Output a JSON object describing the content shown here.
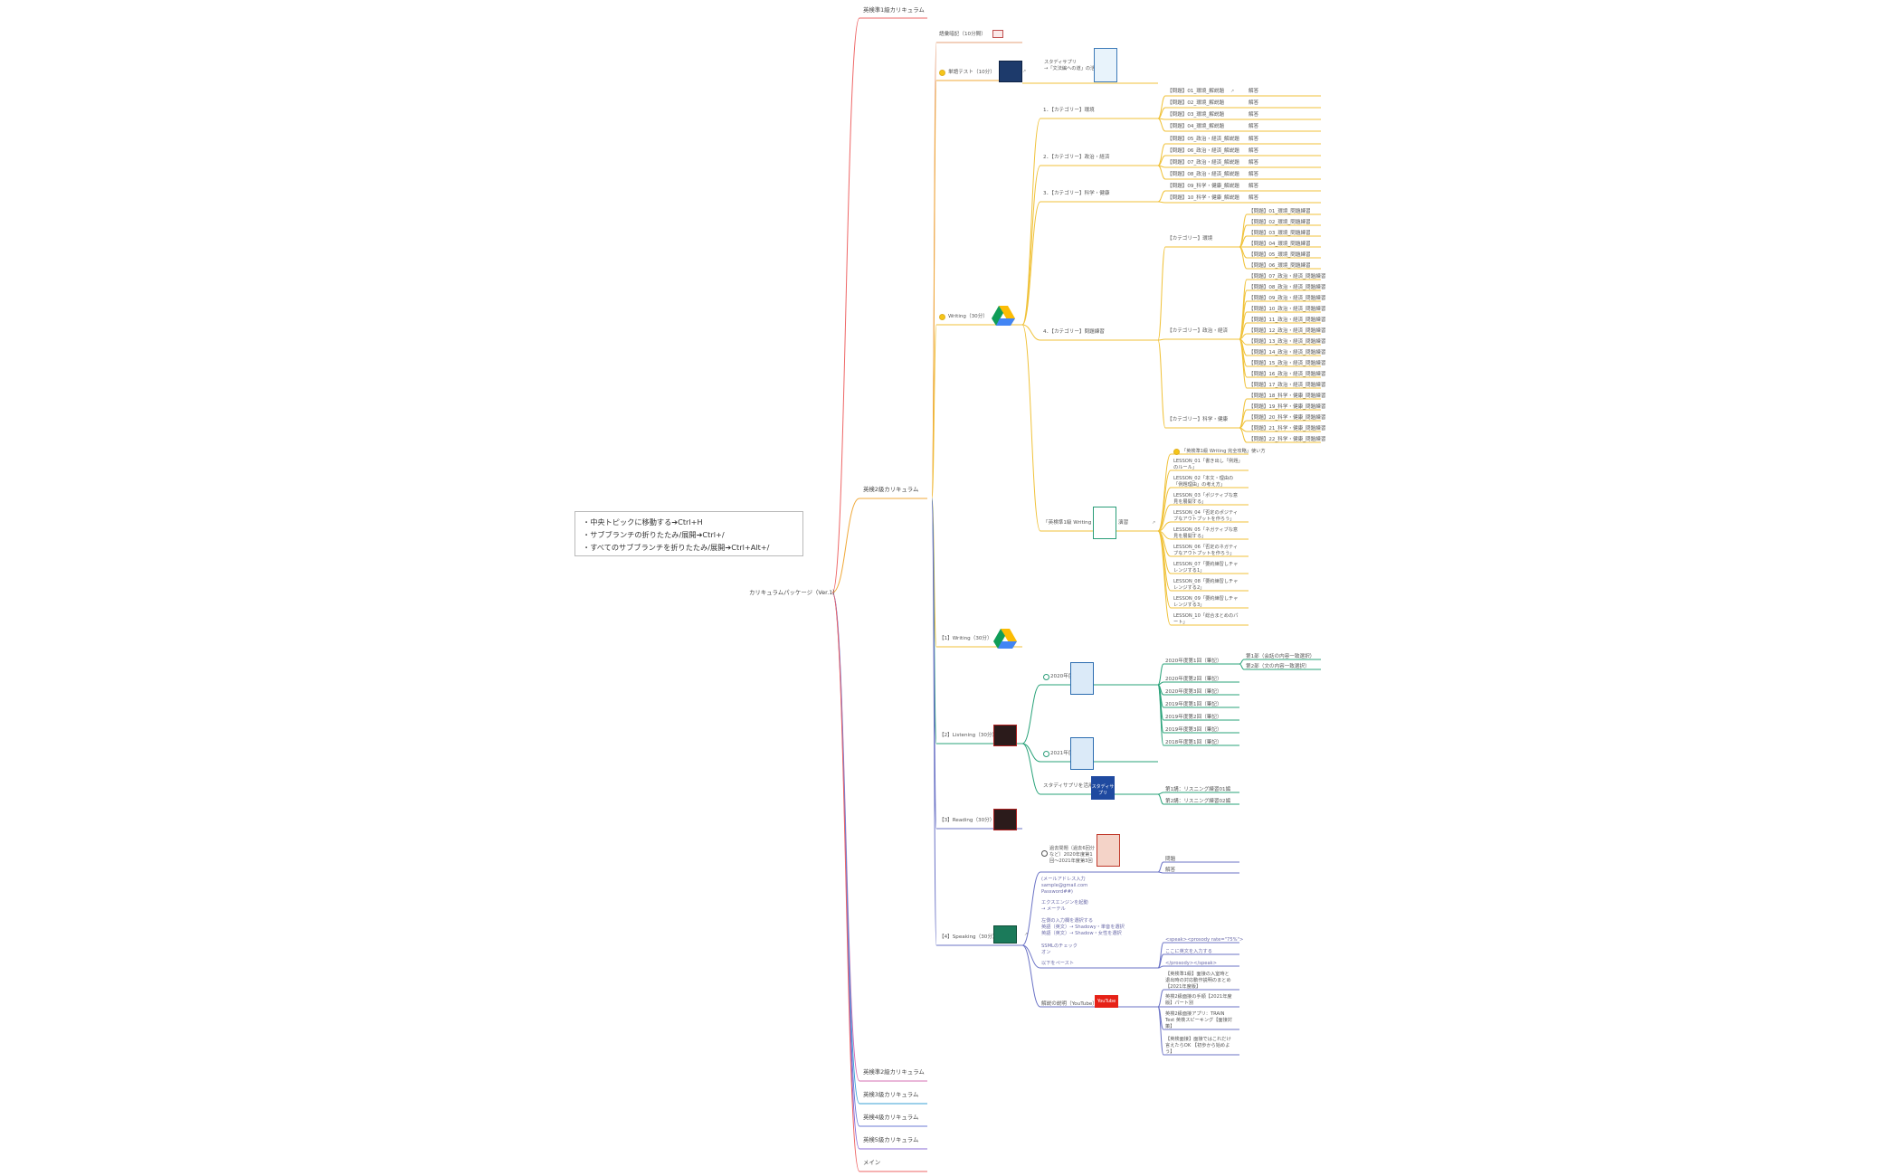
{
  "hint": {
    "line1": "・中央トピックに移動する➔Ctrl+H",
    "line2": "・サブブランチの折りたたみ/展開➔Ctrl+/",
    "line3": "・すべてのサブブランチを折りたたみ/展開➔Ctrl+Alt+/"
  },
  "central": "カリキュラムパッケージ（Ver.1）",
  "branches": {
    "week1": "英検準1級カリキュラム",
    "week2": "英検2級カリキュラム",
    "w3": "英検準2級カリキュラム",
    "w4": "英検3級カリキュラム",
    "w5": "英検4級カリキュラム",
    "w6": "英検5級カリキュラム",
    "main": "メイン"
  },
  "l2": {
    "vocab": "語彙暗記（10分間）",
    "test": "単語テスト（10分）",
    "writing": "Writing（30分）",
    "writing1": "【1】Writing（30分）",
    "listening": "【2】Listening（30分）",
    "reading": "【3】Reading（30分）",
    "speaking": "【4】Speaking（30分）"
  },
  "test_note": "スタディサプリ\n→「文法編への道」の活用",
  "writing_cats": [
    "1．【カテゴリー】環境",
    "2．【カテゴリー】政治・経済",
    "3．【カテゴリー】科学・健康",
    "4．【カテゴリー】問題練習",
    "「英検準1級 Writing 完全攻略」演習"
  ],
  "sub_env": [
    "【問題】01_環境_解説題",
    "【問題】02_環境_解説題",
    "【問題】03_環境_解説題",
    "【問題】04_環境_解説題"
  ],
  "sub_pol": [
    "【問題】05_政治・経済_解説題",
    "【問題】06_政治・経済_解説題",
    "【問題】07_政治・経済_解説題",
    "【問題】08_政治・経済_解説題"
  ],
  "sub_sci": [
    "【問題】09_科学・健康_解説題",
    "【問題】10_科学・健康_解説題"
  ],
  "answer": "解答",
  "practice_cats": [
    "【カテゴリー】環境",
    "【カテゴリー】政治・経済",
    "【カテゴリー】科学・健康"
  ],
  "prac_env": [
    "【問題】01_環境_問題練習",
    "【問題】02_環境_問題練習",
    "【問題】03_環境_問題練習",
    "【問題】04_環境_問題練習",
    "【問題】05_環境_問題練習",
    "【問題】06_環境_問題練習"
  ],
  "prac_pol": [
    "【問題】07_政治・経済_問題練習",
    "【問題】08_政治・経済_問題練習",
    "【問題】09_政治・経済_問題練習",
    "【問題】10_政治・経済_問題練習",
    "【問題】11_政治・経済_問題練習",
    "【問題】12_政治・経済_問題練習",
    "【問題】13_政治・経済_問題練習",
    "【問題】14_政治・経済_問題練習",
    "【問題】15_政治・経済_問題練習",
    "【問題】16_政治・経済_問題練習",
    "【問題】17_政治・経済_問題練習"
  ],
  "prac_sci": [
    "【問題】18_科学・健康_問題練習",
    "【問題】19_科学・健康_問題練習",
    "【問題】20_科学・健康_問題練習",
    "【問題】21_科学・健康_問題練習",
    "【問題】22_科学・健康_問題練習"
  ],
  "lessons": [
    "「英検準1級 Writing 完全攻略」使い方",
    "LESSON_01「書き出し「例題」のルール」",
    "LESSON_02「本文・理由の「例題理由」の考え方」",
    "LESSON_03「ポジティブな意見を展開する」",
    "LESSON_04「否定のポジティブなアウトプットを作ろう」",
    "LESSON_05「ネガティブな意見を展開する」",
    "LESSON_06「否定のネガティブなアウトプットを作ろう」",
    "LESSON_07「要約練習しチャレンジする1」",
    "LESSON_08「要約練習しチャレンジする2」",
    "LESSON_09「要約練習しチャレンジする3」",
    "LESSON_10「総合まとめのパート」"
  ],
  "listening": {
    "past1": "2020年度版",
    "past2": "2021年度版",
    "sapuri": "スタディサプリを活用する",
    "sapuri_logo": "スタディサプリ",
    "years": [
      "2020年度第1回（筆記）",
      "2020年度第2回（筆記）",
      "2020年度第3回（筆記）",
      "2019年度第1回（筆記）",
      "2019年度第2回（筆記）",
      "2019年度第3回（筆記）",
      "2018年度第1回（筆記）"
    ],
    "parts": [
      "第1部（会話の内容一致選択）",
      "第2部（文の内容一致選択）"
    ],
    "lectures": [
      "第1講：リスニング練習01編",
      "第2講：リスニング練習02編"
    ]
  },
  "speaking": {
    "book": "過去問題（過去6回分など）2020年度第1回〜2021年度第3回",
    "problem": "問題",
    "answer": "解答",
    "mail": "(メールアドレス入力\nsample@gmail.com\nPassword##)",
    "engine": "エクスエンジンを起動\n→ メーテル",
    "steps": "左側の入力欄を選択する\n英語（英文）→ Shadowy・単音を選択\n英語（英文）→ Shadow・女性を選択",
    "ssml": "SSMLのチェック\nオン",
    "below": "以下をペースト",
    "code1": "<speak><prosody rate=\"75%\">",
    "code2": "ここに英文を入力する",
    "code3": "</prosody></speak>",
    "video": "解説の説明（YouTube）",
    "yt": "YouTube",
    "videos": [
      "【英検準1級】面接の入室時と退出時の対応動作説明のまとめ【2021年度版】",
      "英検2級面接の手順【2021年度版】パート別",
      "英検2級面接アプリ：TRAIN Test 英検スピーキング【面接対策】",
      "【英検面接】面接ではこれだけ言えたらOK 【初歩から始めよう】"
    ]
  },
  "icons": [
    "calendar-icon",
    "link-icon",
    "google-drive-icon",
    "youtube-icon"
  ]
}
